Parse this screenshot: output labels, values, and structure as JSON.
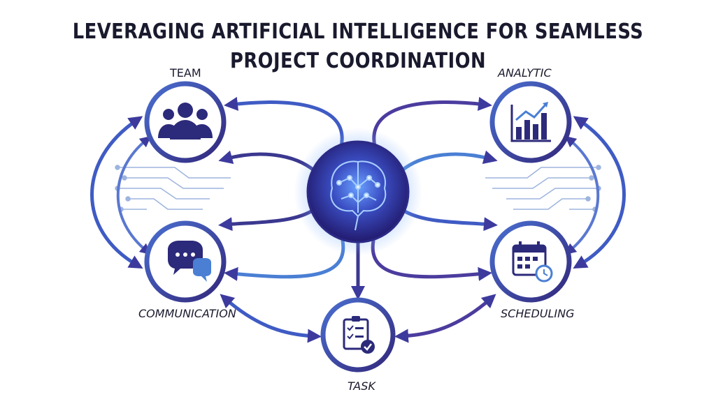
{
  "title": {
    "line1": "LEVERAGING ARTIFICIAL INTELLIGENCE FOR SEAMLESS",
    "line2": "PROJECT COORDINATION"
  },
  "nodes": {
    "team": {
      "label": "TEAM",
      "icon": "team-icon"
    },
    "analytic": {
      "label": "ANALYTIC",
      "icon": "bar-chart-icon"
    },
    "communication": {
      "label": "COMMUNICATION",
      "icon": "chat-bubbles-icon"
    },
    "scheduling": {
      "label": "SCHEDULING",
      "icon": "calendar-clock-icon"
    },
    "task": {
      "label": "TASK",
      "icon": "checklist-icon"
    },
    "hub": {
      "icon": "ai-brain-icon"
    }
  },
  "colors": {
    "ring": "#3a3f9e",
    "accent": "#4a7fd4",
    "hub_glow": "#5a8cff",
    "text": "#1a1a2e"
  }
}
